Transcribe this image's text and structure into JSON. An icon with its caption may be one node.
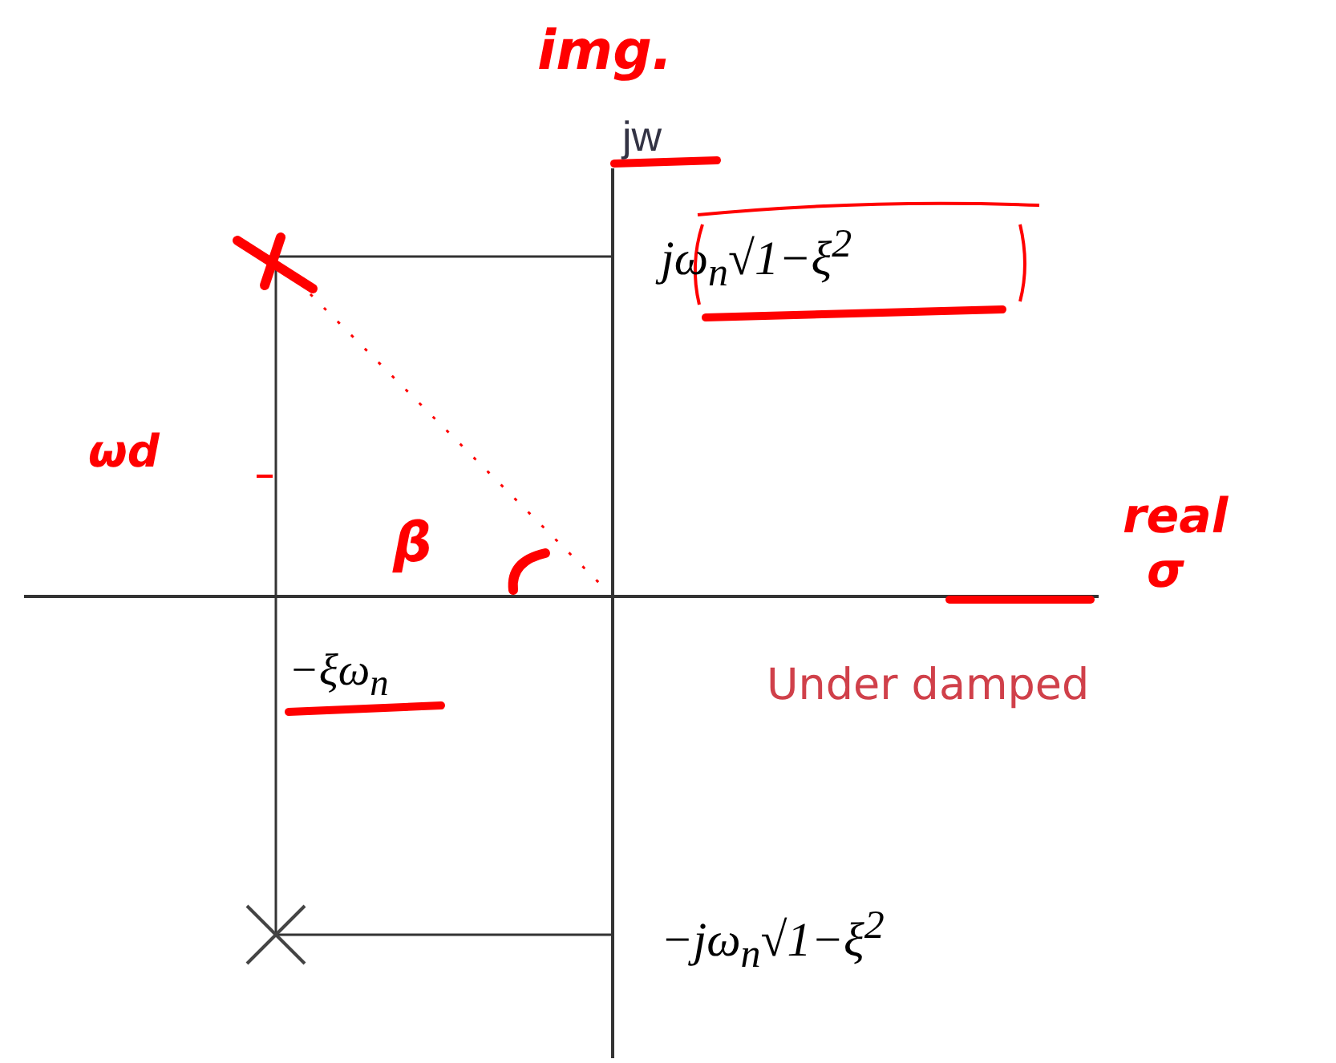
{
  "diagram": {
    "labels": [
      "img.",
      "jw",
      "jω$_{n}$√1−ξ$^{2}$",
      "ωd",
      "β",
      "real",
      "σ",
      "−ξω$_{n}$",
      "Under damped",
      "−jω$_{n}$√1−ξ$^{2}$"
    ]
  }
}
